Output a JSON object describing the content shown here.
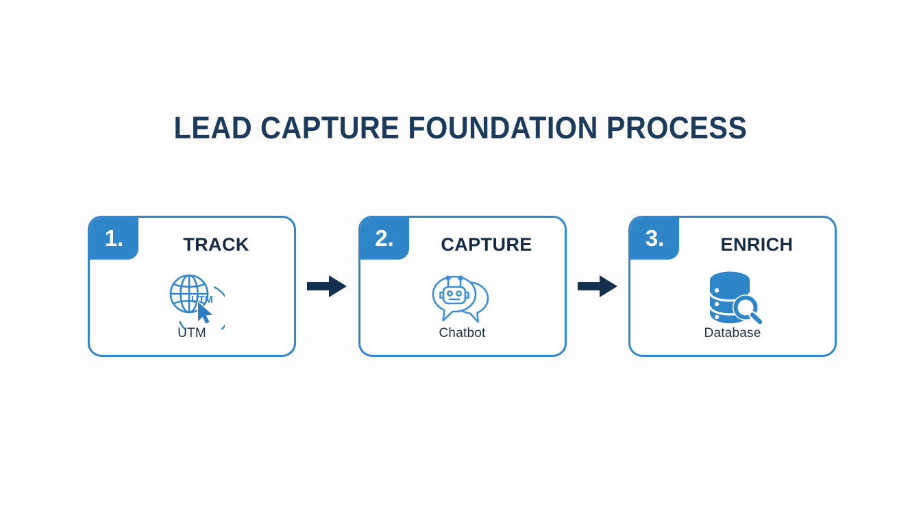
{
  "page": {
    "title": "LEAD CAPTURE FOUNDATION PROCESS",
    "background_color": "#fdfdfd",
    "accent_color": "#2e86c8",
    "heading_color": "#1b3a5c"
  },
  "flow": {
    "steps": [
      {
        "number": "1.",
        "heading": "TRACK",
        "caption": "UTM",
        "icon": "globe-utm-cursor-icon"
      },
      {
        "number": "2.",
        "heading": "CAPTURE",
        "caption": "Chatbot",
        "icon": "chatbot-speech-bubble-icon"
      },
      {
        "number": "3.",
        "heading": "ENRICH",
        "caption": "Database",
        "icon": "database-magnifier-icon"
      }
    ],
    "connectors": [
      {
        "kind": "arrow-right"
      },
      {
        "kind": "arrow-right"
      }
    ]
  }
}
